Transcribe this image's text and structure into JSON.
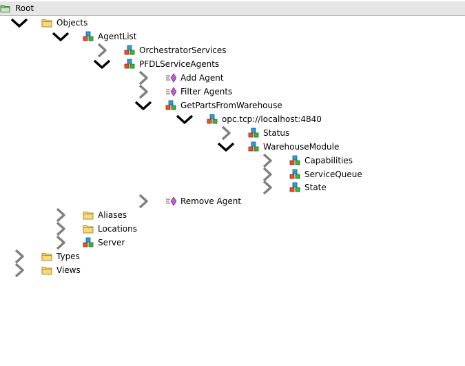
{
  "tree": {
    "root": {
      "label": "Root",
      "icon": "folder-open-icon",
      "expanded": true
    },
    "objects": {
      "label": "Objects",
      "icon": "folder-icon",
      "expanded": true
    },
    "agent_list": {
      "label": "AgentList",
      "icon": "object-cubes-icon",
      "expanded": true
    },
    "orchestrator_services": {
      "label": "OrchestratorServices",
      "icon": "object-cubes-icon",
      "expanded": false
    },
    "pfdl_service_agents": {
      "label": "PFDLServiceAgents",
      "icon": "object-cubes-icon",
      "expanded": true
    },
    "add_agent": {
      "label": "Add Agent",
      "icon": "method-icon",
      "expanded": false
    },
    "filter_agents": {
      "label": "Filter Agents",
      "icon": "method-icon",
      "expanded": false
    },
    "get_parts_from_warehouse": {
      "label": "GetPartsFromWarehouse",
      "icon": "object-cubes-icon",
      "expanded": true
    },
    "opc_endpoint": {
      "label": "opc.tcp://localhost:4840",
      "icon": "object-cubes-icon",
      "expanded": true
    },
    "status": {
      "label": "Status",
      "icon": "object-cubes-icon",
      "expanded": false
    },
    "warehouse_module": {
      "label": "WarehouseModule",
      "icon": "object-cubes-icon",
      "expanded": true
    },
    "capabilities": {
      "label": "Capabilities",
      "icon": "object-cubes-icon",
      "expanded": false
    },
    "service_queue": {
      "label": "ServiceQueue",
      "icon": "object-cubes-icon",
      "expanded": false
    },
    "state": {
      "label": "State",
      "icon": "object-cubes-icon",
      "expanded": false
    },
    "remove_agent": {
      "label": "Remove Agent",
      "icon": "method-icon",
      "expanded": false
    },
    "aliases": {
      "label": "Aliases",
      "icon": "folder-icon",
      "expanded": false
    },
    "locations": {
      "label": "Locations",
      "icon": "folder-icon",
      "expanded": false
    },
    "server": {
      "label": "Server",
      "icon": "object-cubes-icon",
      "expanded": false
    },
    "types": {
      "label": "Types",
      "icon": "folder-icon",
      "expanded": false
    },
    "views": {
      "label": "Views",
      "icon": "folder-icon",
      "expanded": false
    }
  },
  "colors": {
    "chevron_expanded": "#000000",
    "chevron_collapsed": "#808080",
    "folder_fill": "#f7d97a",
    "folder_stroke": "#b08a2a",
    "root_row_bg": "#e6e6e6",
    "method_purple": "#c060d0"
  }
}
